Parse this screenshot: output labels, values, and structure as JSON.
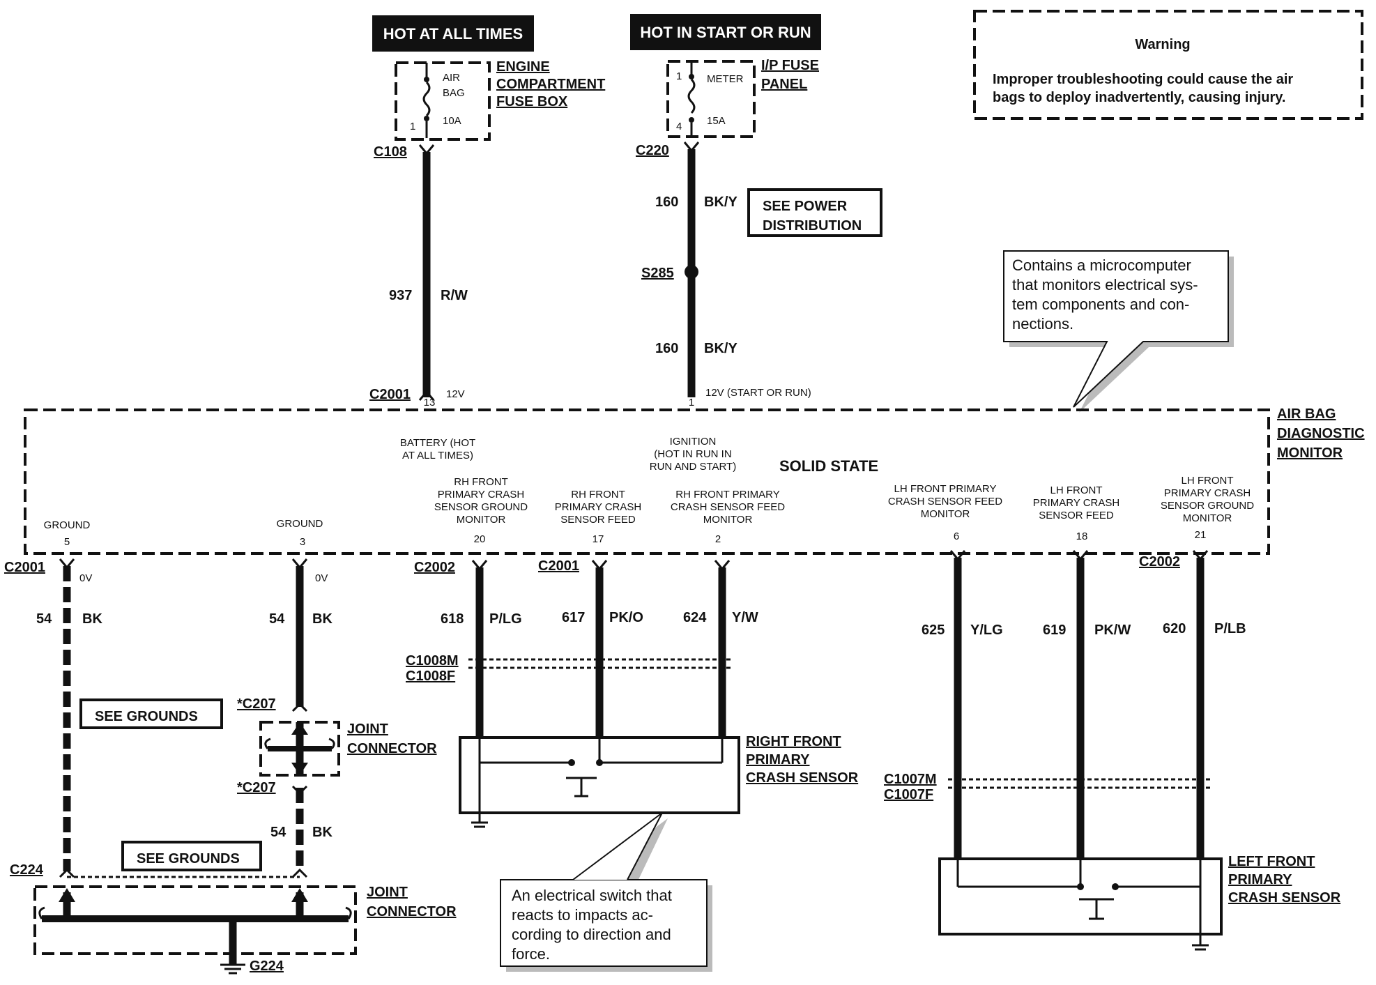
{
  "power_sources": {
    "hot_at_all_times": "HOT AT ALL TIMES",
    "hot_in_start_or_run": "HOT IN START OR RUN"
  },
  "engine_fuse_box": {
    "title_lines": [
      "ENGINE",
      "COMPARTMENT",
      "FUSE BOX"
    ],
    "fuse_name_lines": [
      "AIR",
      "BAG"
    ],
    "rating": "10A",
    "pin": "1"
  },
  "ip_fuse_panel": {
    "title_lines": [
      "I/P FUSE",
      "PANEL"
    ],
    "fuse_name": "METER",
    "rating": "15A",
    "pin_top": "1",
    "pin_bottom": "4"
  },
  "warning": {
    "title": "Warning",
    "text_lines": [
      "Improper troubleshooting could cause the air",
      "bags to deploy inadvertently, causing injury."
    ]
  },
  "see_power_distribution": [
    "SEE POWER",
    "DISTRIBUTION"
  ],
  "microcomputer_callout": [
    "Contains a microcomputer",
    "that monitors electrical sys-",
    "tem components and con-",
    "nections."
  ],
  "switch_callout": [
    "An electrical switch that",
    "reacts to impacts ac-",
    "cording to direction and",
    "force."
  ],
  "connectors": {
    "c108": "C108",
    "c220": "C220",
    "s285": "S285",
    "c2001_top": "C2001",
    "c2001_left": "C2001",
    "c2002_a": "C2002",
    "c2001_mid": "C2001",
    "c2002_b": "C2002",
    "c1008m": "C1008M",
    "c1008f": "C1008F",
    "c1007m": "C1007M",
    "c1007f": "C1007F",
    "c207_top": "*C207",
    "c207_bottom": "*C207",
    "c224": "C224",
    "g224": "G224"
  },
  "wires": [
    {
      "circuit": "937",
      "color": "R/W"
    },
    {
      "circuit": "160",
      "color": "BK/Y"
    },
    {
      "circuit": "160",
      "color": "BK/Y"
    },
    {
      "circuit": "54",
      "color": "BK"
    },
    {
      "circuit": "54",
      "color": "BK"
    },
    {
      "circuit": "54",
      "color": "BK"
    },
    {
      "circuit": "618",
      "color": "P/LG"
    },
    {
      "circuit": "617",
      "color": "PK/O"
    },
    {
      "circuit": "624",
      "color": "Y/W"
    },
    {
      "circuit": "625",
      "color": "Y/LG"
    },
    {
      "circuit": "619",
      "color": "PK/W"
    },
    {
      "circuit": "620",
      "color": "P/LB"
    }
  ],
  "voltages": {
    "battery": "12V",
    "ignition": "12V (START OR RUN)",
    "ground_5": "0V",
    "ground_3": "0V"
  },
  "module": {
    "title_lines": [
      "AIR BAG",
      "DIAGNOSTIC",
      "MONITOR"
    ],
    "type": "SOLID STATE",
    "pins": [
      {
        "num": "13",
        "name_lines": [
          "BATTERY (HOT",
          "AT ALL TIMES)"
        ]
      },
      {
        "num": "1",
        "name_lines": [
          "IGNITION",
          "(HOT IN RUN IN",
          "RUN AND START)"
        ]
      },
      {
        "num": "5",
        "name_lines": [
          "GROUND"
        ]
      },
      {
        "num": "3",
        "name_lines": [
          "GROUND"
        ]
      },
      {
        "num": "20",
        "name_lines": [
          "RH FRONT",
          "PRIMARY CRASH",
          "SENSOR GROUND",
          "MONITOR"
        ]
      },
      {
        "num": "17",
        "name_lines": [
          "RH FRONT",
          "PRIMARY CRASH",
          "SENSOR FEED"
        ]
      },
      {
        "num": "2",
        "name_lines": [
          "RH FRONT PRIMARY",
          "CRASH SENSOR FEED",
          "MONITOR"
        ]
      },
      {
        "num": "6",
        "name_lines": [
          "LH FRONT PRIMARY",
          "CRASH SENSOR FEED",
          "MONITOR"
        ]
      },
      {
        "num": "18",
        "name_lines": [
          "LH FRONT",
          "PRIMARY CRASH",
          "SENSOR FEED"
        ]
      },
      {
        "num": "21",
        "name_lines": [
          "LH FRONT",
          "PRIMARY CRASH",
          "SENSOR GROUND",
          "MONITOR"
        ]
      }
    ]
  },
  "see_grounds": [
    "SEE GROUNDS",
    "SEE GROUNDS"
  ],
  "joint_connector": [
    "JOINT",
    "CONNECTOR"
  ],
  "joint_connector_bottom": [
    "JOINT",
    "CONNECTOR"
  ],
  "right_sensor": [
    "RIGHT FRONT",
    "PRIMARY",
    "CRASH SENSOR"
  ],
  "left_sensor": [
    "LEFT FRONT",
    "PRIMARY",
    "CRASH SENSOR"
  ]
}
